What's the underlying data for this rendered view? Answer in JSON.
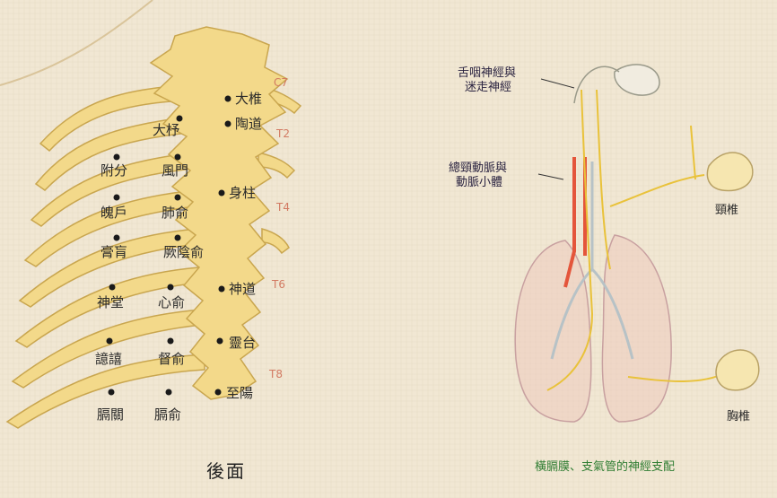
{
  "left_panel": {
    "caption": "後面",
    "points": [
      "大椎",
      "陶道",
      "大杼",
      "附分",
      "風門",
      "身柱",
      "魄戶",
      "肺俞",
      "膏肓",
      "厥陰俞",
      "神道",
      "神堂",
      "心俞",
      "譩譆",
      "督俞",
      "靈台",
      "膈關",
      "膈俞",
      "至陽"
    ],
    "vertebra_numbers": [
      "C7",
      "T2",
      "T4",
      "T6",
      "T8"
    ]
  },
  "right_panel": {
    "caption": "橫膈膜、支氣管的神經支配",
    "annotations": {
      "nerves": [
        "舌咽神經與",
        "迷走神經"
      ],
      "arteries": [
        "總頸動脈與",
        "動脈小體"
      ],
      "cervical": "頸椎",
      "thoracic": "胸椎"
    }
  },
  "colors": {
    "bone": "#f3d98a",
    "bone_edge": "#c9a64f",
    "nerve": "#e9c23a",
    "artery": "#e4553b",
    "lung": "#e6b8a8"
  }
}
